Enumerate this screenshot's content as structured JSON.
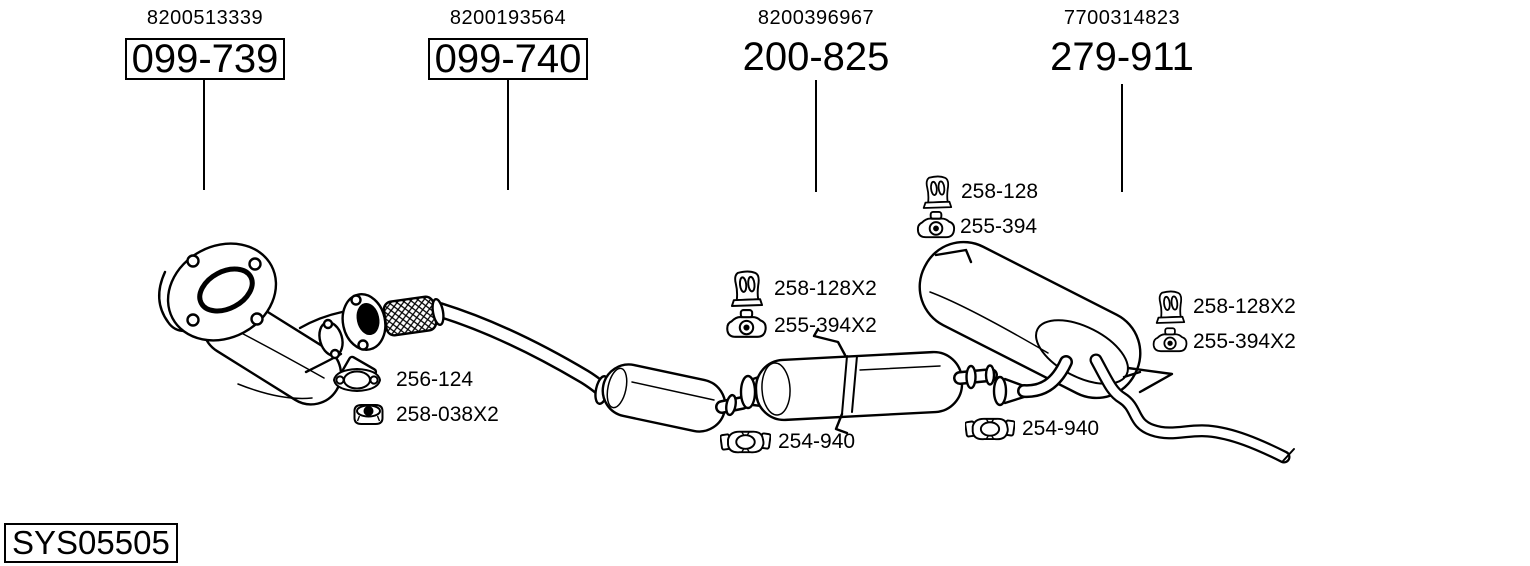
{
  "columns": [
    {
      "oem_number": "8200513339",
      "part_number": "099-739",
      "boxed": true
    },
    {
      "oem_number": "8200193564",
      "part_number": "099-740",
      "boxed": true
    },
    {
      "oem_number": "8200396967",
      "part_number": "200-825",
      "boxed": false
    },
    {
      "oem_number": "7700314823",
      "part_number": "279-911",
      "boxed": false
    }
  ],
  "callouts": [
    {
      "icon": "gasket-icon",
      "part_number": "256-124"
    },
    {
      "icon": "nut-icon",
      "part_number": "258-038X2"
    },
    {
      "icon": "rubber-hanger-icon",
      "part_number": "258-128X2"
    },
    {
      "icon": "pipe-mount-icon",
      "part_number": "255-394X2"
    },
    {
      "icon": "clamp-icon",
      "part_number": "254-940"
    },
    {
      "icon": "rubber-hanger-icon",
      "part_number": "258-128"
    },
    {
      "icon": "pipe-mount-icon",
      "part_number": "255-394"
    },
    {
      "icon": "clamp-icon",
      "part_number": "254-940"
    },
    {
      "icon": "rubber-hanger-icon",
      "part_number": "258-128X2"
    },
    {
      "icon": "pipe-mount-icon",
      "part_number": "255-394X2"
    }
  ],
  "system_code": "SYS05505",
  "colors": {
    "ink": "#000000",
    "paper": "#ffffff"
  }
}
